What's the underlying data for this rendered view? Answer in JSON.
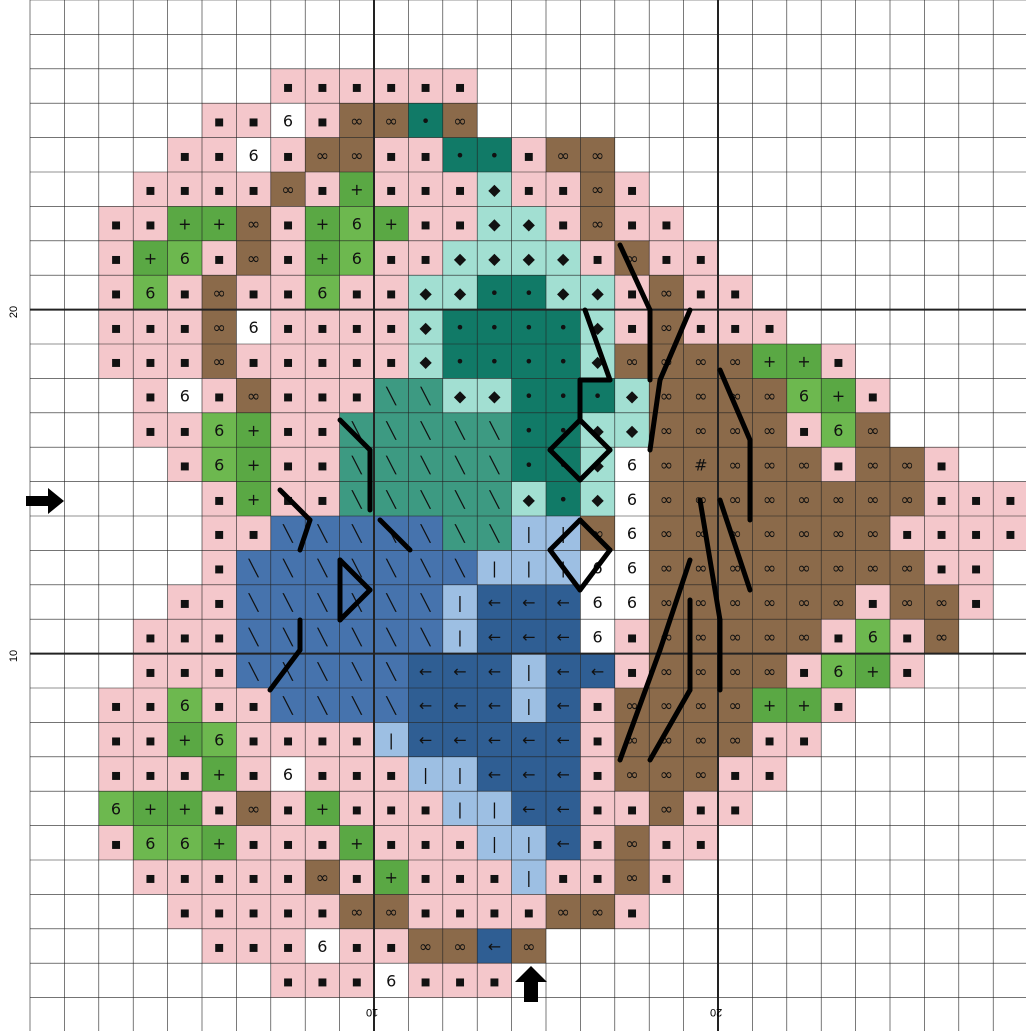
{
  "pattern": {
    "axis_labels": {
      "left_20": "20",
      "left_10": "10",
      "bottom_10": "10",
      "bottom_20": "20"
    },
    "legend_colors": {
      ".": "#f4c7cb",
      "8": "#8b6a4a",
      "6": "#ffffff",
      "9": "#6db84f",
      "+": "#5aa844",
      ":": "#117a67",
      "*": "#a2dfd2",
      "x": "#3d9a82",
      "/": "#4673ad",
      "|": "#9dbfe3",
      "<": "#2f5e93",
      "0": "#ffffff",
      "#": "#8b6a4a"
    },
    "rows": [
      "",
      "",
      "       . . . . . . ",
      "     . . 6 . 8 8 : 8",
      "    . . 6 . 8 8 . . : : . 8 8",
      "   . . . . 8 . + . . . * . . 8 .",
      "  . . + + 8 . + 9 + . . * * . 8 . .",
      "  . + 9 . 8 . + 9 . . * * * * . 8 . .",
      "  . 9 . 8 . . 9 . . * * : : * * . 8 . .",
      "  . . . 8 6 . . . . * : : : : * . 8 . . .",
      "  . . . 8 . . . . . * : : : : * 8 8 8 8 + + .",
      "   . 6 . 8 . . . x x * * : : : * 8 8 8 8 9 + .",
      "   . . 9 + . . x x x x x : : * * 8 8 8 8 . 9 8",
      "    . 9 + . . x x x x x : : * 0 8 # 8 8 8 . 8 8 .",
      "     . + . . x x x x x * : * 0 8 8 8 8 8 8 8 8 . . .",
      "     . . / / / / / x x | | 8 0 8 8 8 8 8 8 8 . . . .",
      "     . / / / / / / / | | | 0 0 8 8 8 8 8 8 8 8 . .",
      "    . . / / / / / / | < < < 0 0 8 8 8 8 8 8 . 8 8 .",
      "   . . . / / / / / / | < < < 0 . 8 8 8 8 8 . 9 . 8",
      "   . . . / / / / / < < < | < < . 8 8 8 8 . 9 + .",
      "  . . 9 . . / / / / < < < | < . 8 8 8 8 + + .",
      "  . . + 9 . . . . | < < < < < . 8 8 8 8 . .",
      "  . . . + . 6 . . . | | < < < . 8 8 8 . .",
      "  9 + + . 8 . + . . . | | < < . . 8 . .",
      "  . 9 9 + . . . + . . . | | < . 8 . .",
      "   . . . . . 8 . + . . . | . . 8 .",
      "    . . . . . 8 8 . . . . 8 8 .",
      "     . . . 6 . . 8 8 < 8",
      "       . . . 6 . . .",
      "",
      ""
    ]
  }
}
